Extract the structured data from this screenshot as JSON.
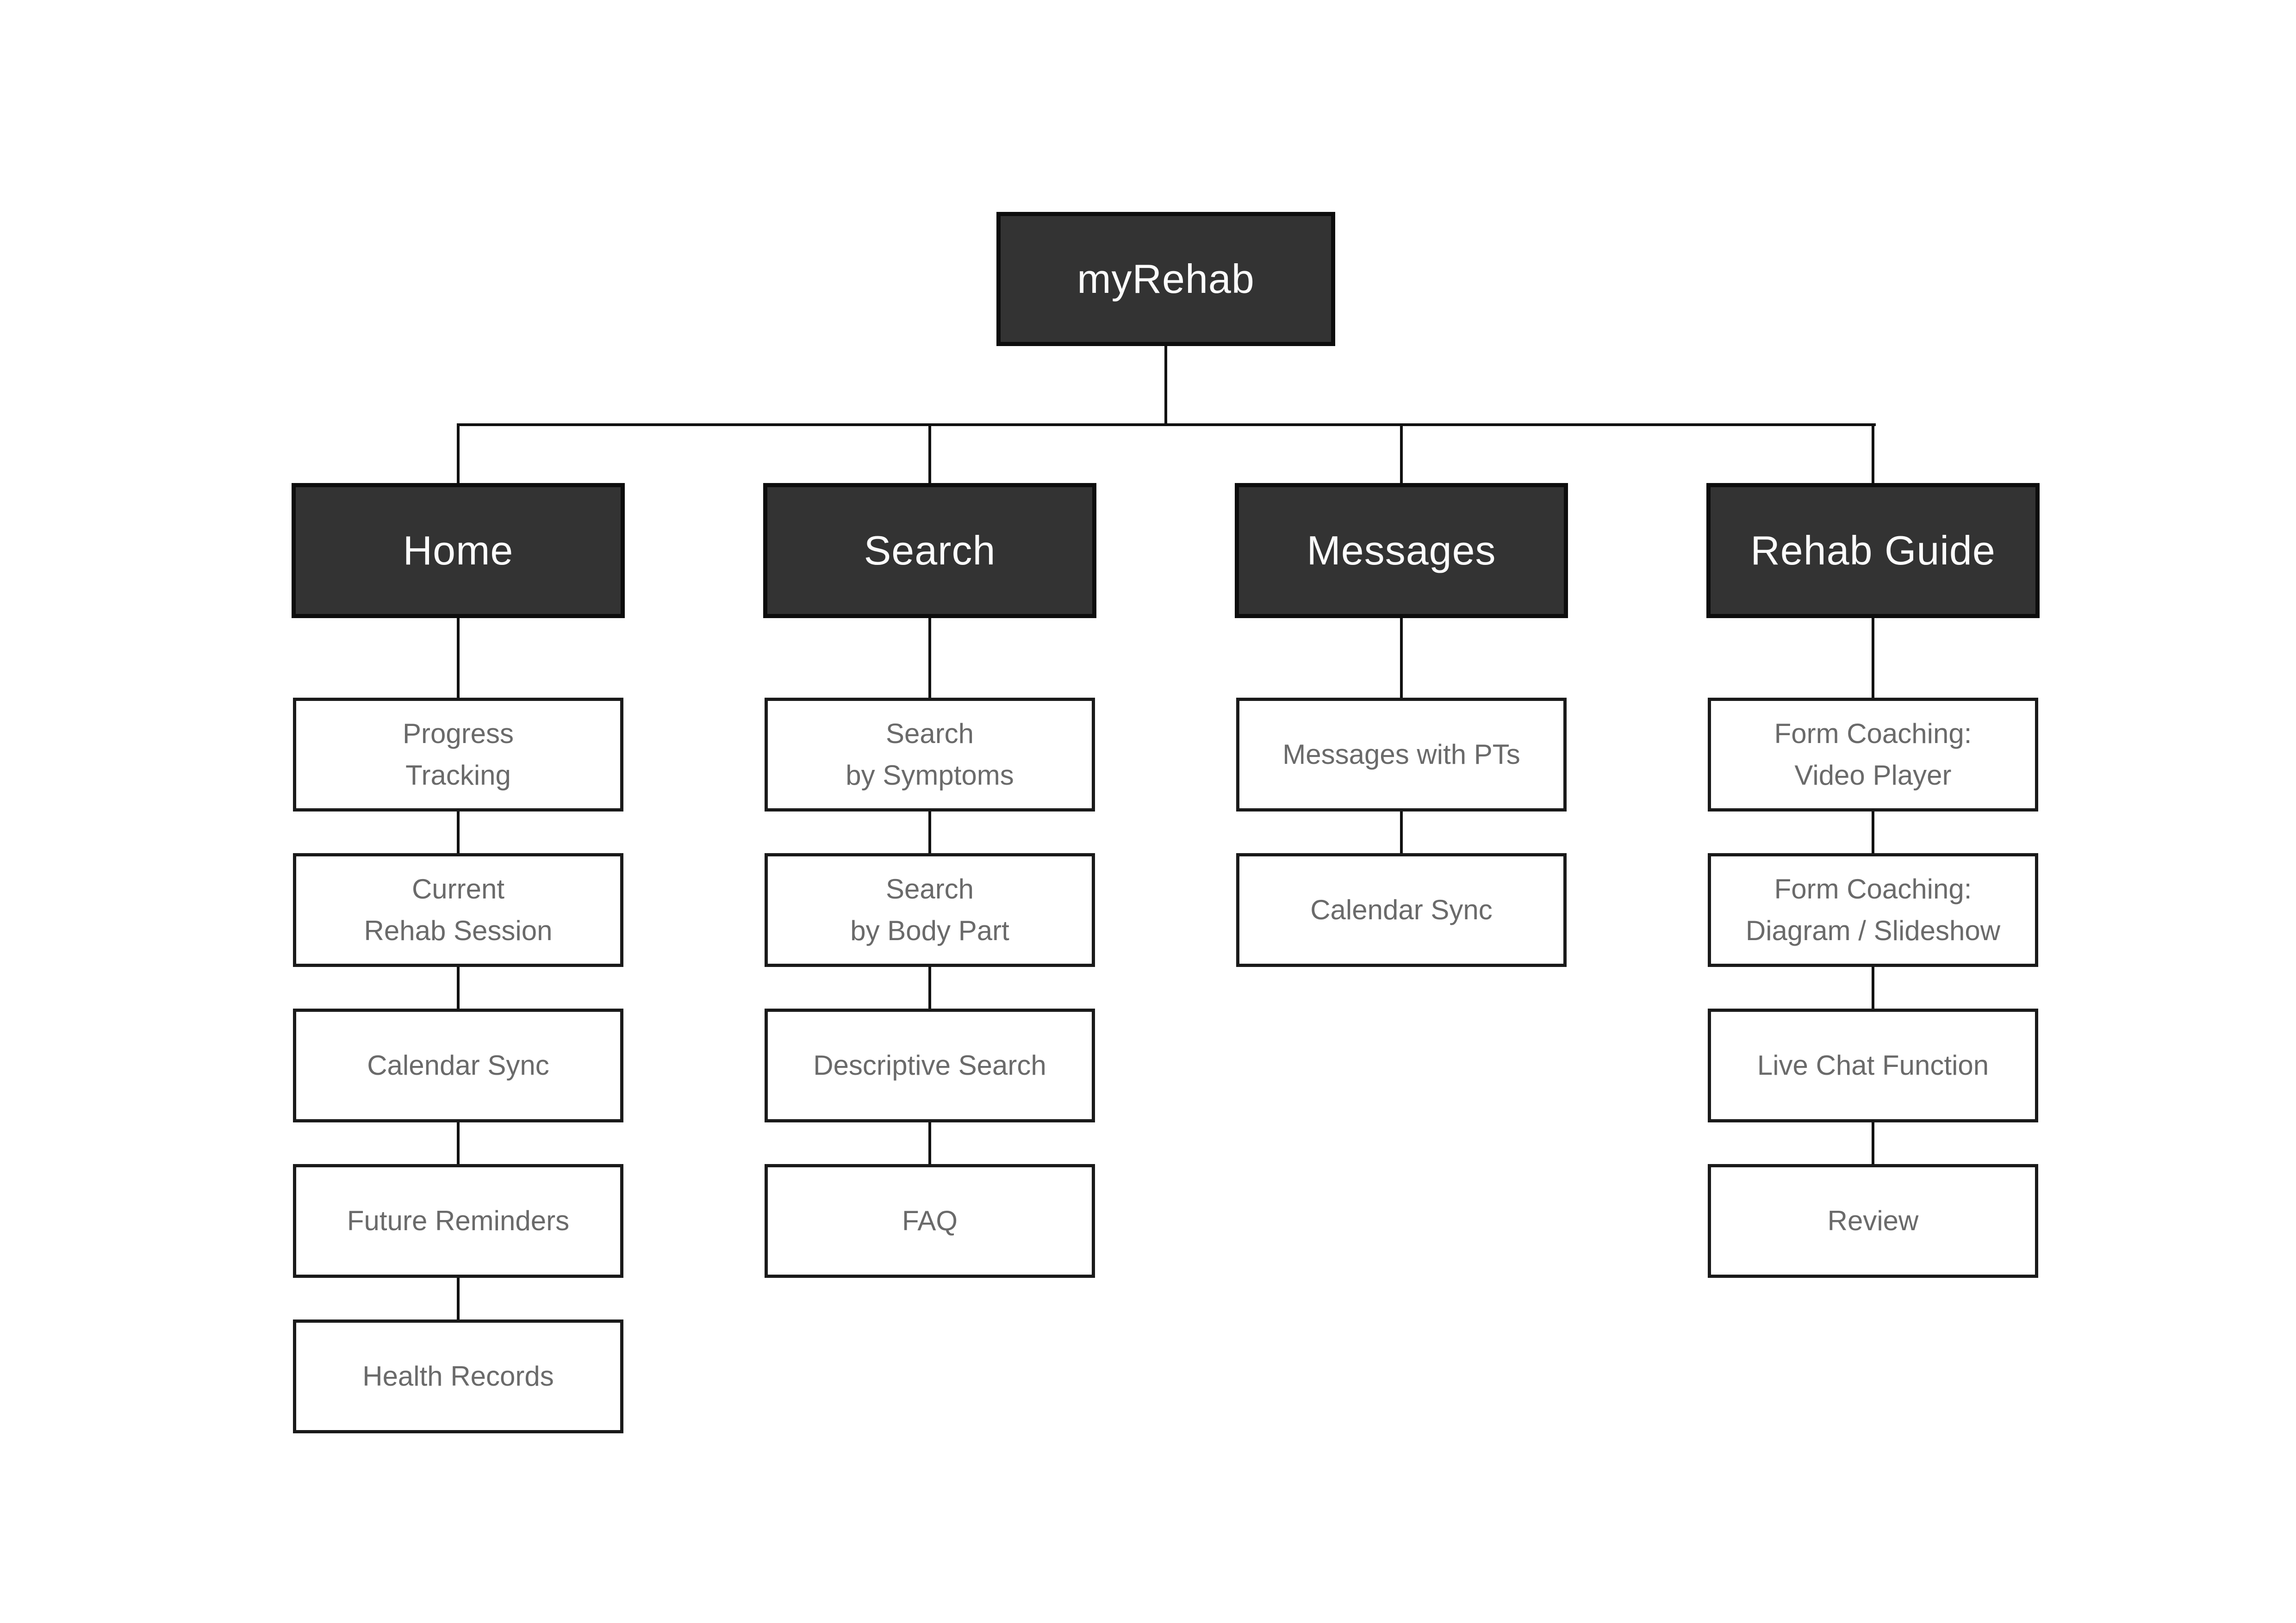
{
  "palette": {
    "page_background": "#ffffff",
    "node_dark_background": "#333333",
    "node_dark_text": "#fcfcfc",
    "node_light_background": "#ffffff",
    "node_light_text": "#6a6a6a",
    "border_color": "#1a1a1a",
    "connector_color": "#111111"
  },
  "diagram": {
    "type": "sitemap-tree",
    "root": {
      "label": "myRehab"
    },
    "columns": [
      {
        "header": "Home",
        "children": [
          "Progress\nTracking",
          "Current\nRehab Session",
          "Calendar Sync",
          "Future Reminders",
          "Health Records"
        ]
      },
      {
        "header": "Search",
        "children": [
          "Search\nby Symptoms",
          "Search\nby Body Part",
          "Descriptive Search",
          "FAQ"
        ]
      },
      {
        "header": "Messages",
        "children": [
          "Messages with PTs",
          "Calendar Sync"
        ]
      },
      {
        "header": "Rehab Guide",
        "children": [
          "Form Coaching:\nVideo Player",
          "Form Coaching:\nDiagram / Slideshow",
          "Live Chat Function",
          "Review"
        ]
      }
    ]
  }
}
